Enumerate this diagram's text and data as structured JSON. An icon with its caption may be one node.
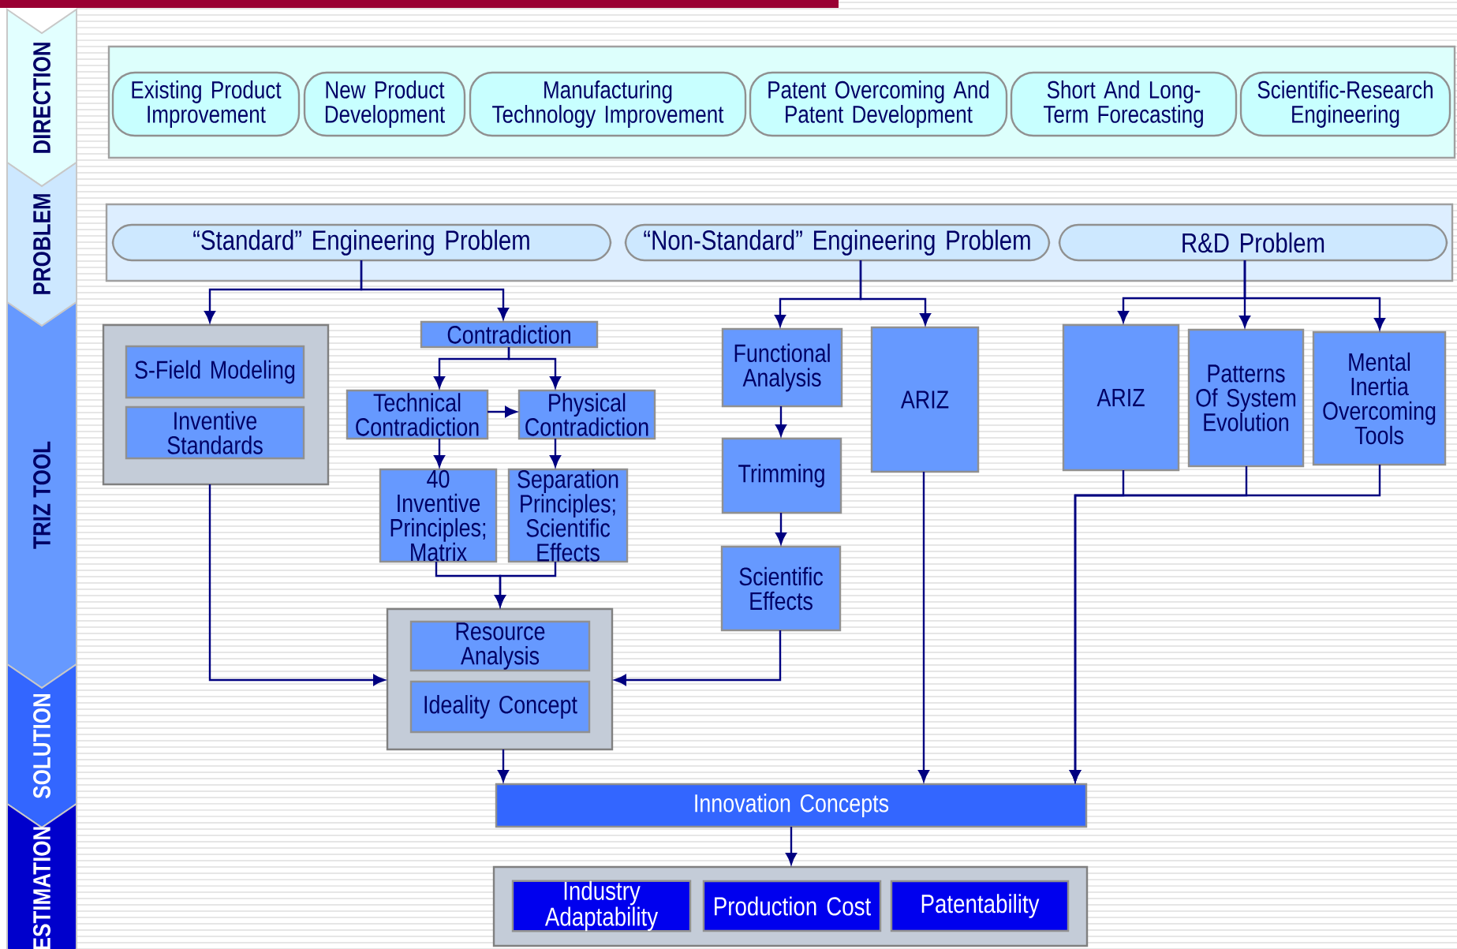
{
  "diagram": {
    "nodes": [
      {
        "text": [
          "DIRECTION"
        ]
      },
      {
        "text": [
          "PROBLEM"
        ]
      },
      {
        "text": [
          "TRIZ TOOL"
        ]
      },
      {
        "text": [
          "SOLUTION"
        ]
      },
      {
        "text": [
          "ESTIMATION"
        ]
      },
      {
        "text": [],
        "shape": "box"
      },
      {
        "text": [
          "Existing Product Improvement"
        ],
        "in": 5
      },
      {
        "text": [
          "New Product Development"
        ],
        "in": 5
      },
      {
        "text": [
          "Manufacturing Technology Improvement"
        ],
        "in": 5
      },
      {
        "text": [
          "Patent Overcoming And Patent Development"
        ],
        "in": 5
      },
      {
        "text": [
          "Short And Long-Term Forecasting"
        ],
        "in": 5
      },
      {
        "text": [
          "Scientific-Research Engineering"
        ],
        "in": 5
      },
      {
        "text": [],
        "shape": "box"
      },
      {
        "text": [
          "“Standard” Engineering Problem"
        ],
        "in": 12
      },
      {
        "text": [
          "“Non-Standard” Engineering Problem"
        ],
        "in": 12
      },
      {
        "text": [
          "R&D Problem"
        ],
        "in": 12
      },
      {
        "text": [],
        "shape": "box"
      },
      {
        "text": [
          "S-Field Modeling"
        ],
        "in": 16
      },
      {
        "text": [
          "Inventive Standards"
        ],
        "in": 16
      },
      {
        "text": [
          "Contradiction"
        ]
      },
      {
        "text": [
          "Technical Contradiction"
        ]
      },
      {
        "text": [
          "Physical Contradiction"
        ]
      },
      {
        "text": [
          "40 Inventive Principles; Matrix"
        ]
      },
      {
        "text": [
          "Separation Principles; Scientific Effects"
        ]
      },
      {
        "text": [],
        "shape": "box"
      },
      {
        "text": [
          "Resource Analysis"
        ],
        "in": 24
      },
      {
        "text": [
          "Ideality Concept"
        ],
        "in": 24
      },
      {
        "text": [
          "Functional Analysis"
        ]
      },
      {
        "text": [
          "Trimming"
        ]
      },
      {
        "text": [
          "Scientific Effects"
        ]
      },
      {
        "text": [
          "ARIZ"
        ]
      },
      {
        "text": [
          "ARIZ"
        ]
      },
      {
        "text": [
          "Patterns Of System Evolution"
        ]
      },
      {
        "text": [
          "Mental Inertia Overcoming Tools"
        ]
      },
      {
        "text": [
          "Innovation Concepts"
        ]
      },
      {
        "text": [],
        "shape": "box"
      },
      {
        "text": [
          "Industry Adaptability"
        ],
        "in": 35
      },
      {
        "text": [
          "Production Cost"
        ],
        "in": 35
      },
      {
        "text": [
          "Patentability"
        ],
        "in": 35
      }
    ],
    "edges": [
      {
        "from": 13,
        "to": 16,
        "arrow": "to"
      },
      {
        "from": 13,
        "to": 19,
        "arrow": "to"
      },
      {
        "from": 19,
        "to": 20,
        "arrow": "to"
      },
      {
        "from": 19,
        "to": 21,
        "arrow": "to"
      },
      {
        "from": 20,
        "to": 21,
        "arrow": "to"
      },
      {
        "from": 20,
        "to": 22,
        "arrow": "to"
      },
      {
        "from": 21,
        "to": 23,
        "arrow": "to"
      },
      {
        "from": 22,
        "to": 24,
        "arrow": "to"
      },
      {
        "from": 23,
        "to": 24,
        "arrow": "to"
      },
      {
        "from": 16,
        "to": 24,
        "arrow": "to"
      },
      {
        "from": 14,
        "to": 27,
        "arrow": "to"
      },
      {
        "from": 14,
        "to": 30,
        "arrow": "to"
      },
      {
        "from": 27,
        "to": 28,
        "arrow": "to"
      },
      {
        "from": 28,
        "to": 29,
        "arrow": "to"
      },
      {
        "from": 29,
        "to": 24,
        "arrow": "to"
      },
      {
        "from": 30,
        "to": 34,
        "arrow": "to"
      },
      {
        "from": 15,
        "to": 31,
        "arrow": "to"
      },
      {
        "from": 15,
        "to": 32,
        "arrow": "to"
      },
      {
        "from": 15,
        "to": 33,
        "arrow": "to"
      },
      {
        "from": 31,
        "to": 34,
        "arrow": "to"
      },
      {
        "from": 32,
        "to": 34,
        "arrow": "to"
      },
      {
        "from": 33,
        "to": 34,
        "arrow": "to"
      },
      {
        "from": 24,
        "to": 34,
        "arrow": "to"
      },
      {
        "from": 34,
        "to": 35,
        "arrow": "to"
      }
    ]
  }
}
